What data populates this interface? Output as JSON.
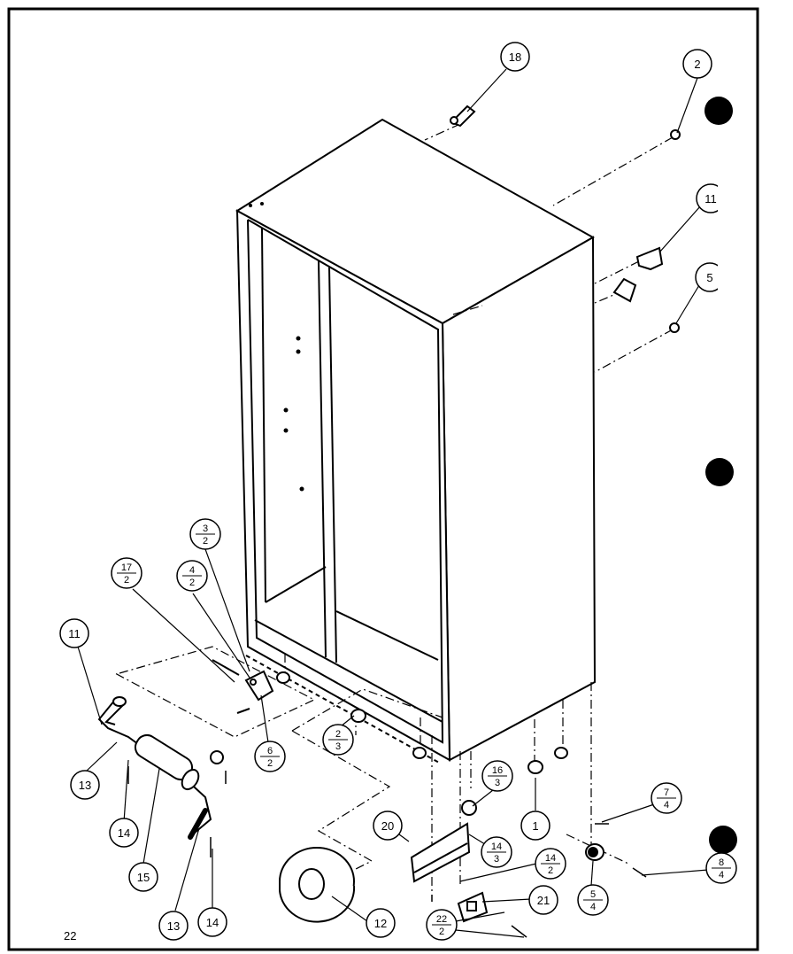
{
  "page_number": "22",
  "callouts": {
    "c18": "18",
    "c2_top": "2",
    "c11_right": "11",
    "c5_right": "5",
    "c3_2": {
      "top": "3",
      "bottom": "2"
    },
    "c17_2": {
      "top": "17",
      "bottom": "2"
    },
    "c4_2": {
      "top": "4",
      "bottom": "2"
    },
    "c11_left": "11",
    "c6_2": {
      "top": "6",
      "bottom": "2"
    },
    "c2_3": {
      "top": "2",
      "bottom": "3"
    },
    "c16_3": {
      "top": "16",
      "bottom": "3"
    },
    "c1": "1",
    "c7_4": {
      "top": "7",
      "bottom": "4"
    },
    "c13_upper": "13",
    "c14_upper": "14",
    "c15": "15",
    "c20": "20",
    "c14_3": {
      "top": "14",
      "bottom": "3"
    },
    "c14_2": {
      "top": "14",
      "bottom": "2"
    },
    "c8_4": {
      "top": "8",
      "bottom": "4"
    },
    "c12": "12",
    "c21": "21",
    "c22_2": {
      "top": "22",
      "bottom": "2"
    },
    "c5_4": {
      "top": "5",
      "bottom": "4"
    },
    "c13_lower": "13",
    "c14_lower": "14"
  }
}
